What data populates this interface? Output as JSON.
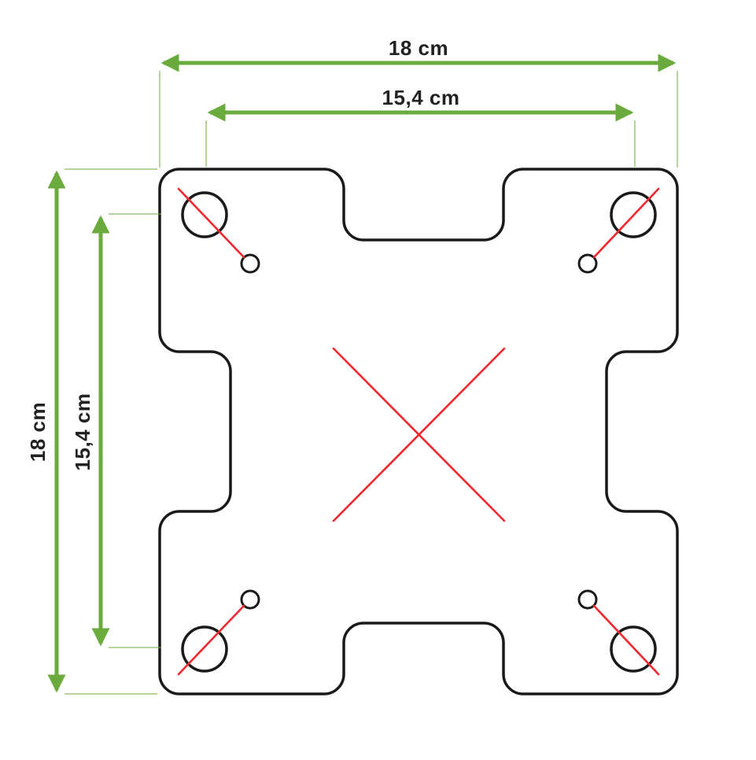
{
  "diagram": {
    "colors": {
      "background": "#ffffff",
      "outline": "#1a1a1a",
      "dimension": "#6baa3d",
      "marking": "#f5262c",
      "label": "#222222"
    },
    "labels": {
      "outer_width": "18 cm",
      "inner_width": "15,4 cm",
      "outer_height": "18 cm",
      "inner_height": "15,4 cm"
    }
  }
}
